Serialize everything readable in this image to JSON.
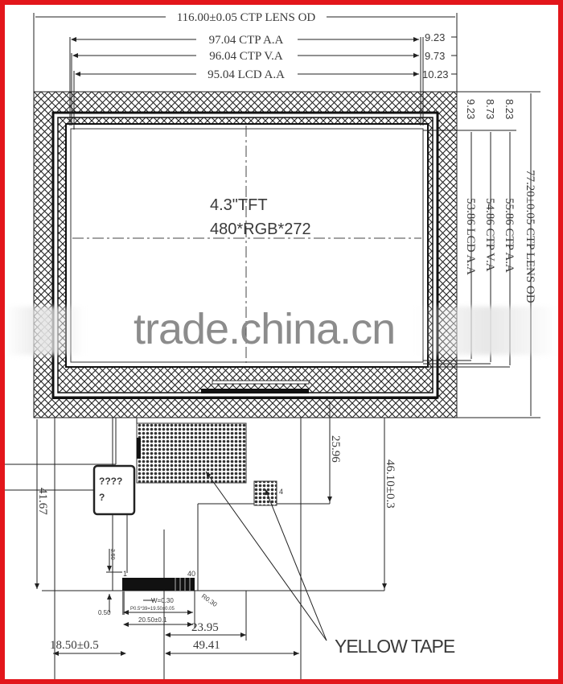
{
  "title": "4.3 inch TFT CTP module outline drawing",
  "colors": {
    "frame": "#e3161b",
    "line": "#222222",
    "text": "#3a3a3a",
    "watermark": "#8c8c8c"
  },
  "panel": {
    "size": "4.3\"TFT",
    "resolution": "480*RGB*272"
  },
  "top_dims": {
    "lens_od": "116.00±0.05 CTP LENS OD",
    "ctp_aa": "97.04 CTP A.A",
    "ctp_va": "96.04 CTP V.A",
    "lcd_aa": "95.04 LCD A.A",
    "ctp_aa_offset": "9.23",
    "ctp_va_offset": "9.73",
    "lcd_aa_offset": "10.23"
  },
  "right_dims": {
    "lcd_aa_offset": "9.23",
    "ctp_va_offset": "8.73",
    "ctp_aa_offset": "8.23",
    "lcd_aa": "53.86 LCD A.A",
    "ctp_va": "54.86 CTP V.A",
    "ctp_aa": "55.86 CTP A.A",
    "lens_od": "77.20±0.05 CTP LENS OD"
  },
  "fpc_dims": {
    "height_left": "41.67",
    "to_tape": "25.96",
    "total_height": "46.10±0.3",
    "offset_left": "18.50±0.5",
    "width_total": "49.41",
    "width_mid": "23.95",
    "pin_span": "20.50±0.1",
    "pitch": "P0.5*39=19.50±0.05",
    "pin_width": "W=0.30",
    "corner_radius": "R0.30",
    "edge": "0.50",
    "stiffener": "3.50",
    "pin_first": "1",
    "pin_last": "40",
    "tape_marker": "4"
  },
  "component_label": "????\n?",
  "component_line1": "????",
  "component_line2": "?",
  "callout": "YELLOW TAPE",
  "watermark": "trade.china.cn"
}
